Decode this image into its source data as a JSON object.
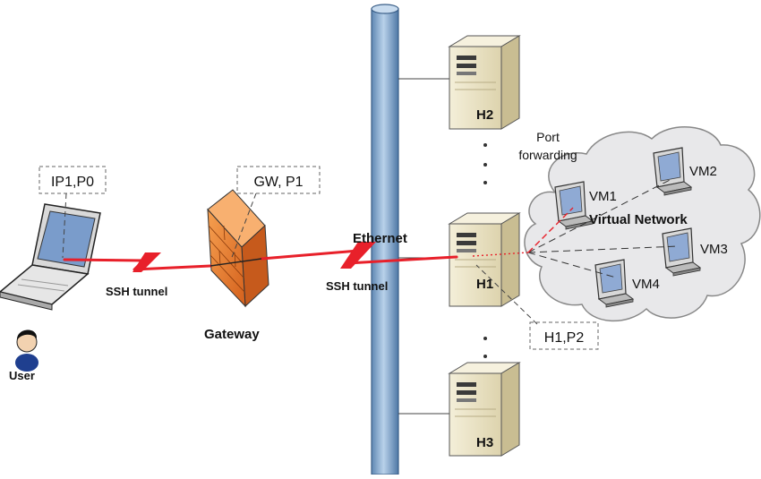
{
  "labels": {
    "laptop_addr": "IP1,P0",
    "gateway_addr": "GW, P1",
    "host_addr": "H1,P2",
    "ssh_tunnel_left": "SSH tunnel",
    "ssh_tunnel_right": "SSH tunnel",
    "gateway": "Gateway",
    "user": "User",
    "ethernet": "Ethernet",
    "port_forwarding_line1": "Port",
    "port_forwarding_line2": "forwarding",
    "virtual_network": "Virtual Network"
  },
  "hosts": [
    {
      "id": "H2",
      "label": "H2"
    },
    {
      "id": "H1",
      "label": "H1"
    },
    {
      "id": "H3",
      "label": "H3"
    }
  ],
  "vms": [
    {
      "id": "VM1",
      "label": "VM1"
    },
    {
      "id": "VM2",
      "label": "VM2"
    },
    {
      "id": "VM3",
      "label": "VM3"
    },
    {
      "id": "VM4",
      "label": "VM4"
    }
  ],
  "colors": {
    "tunnel": "#e8202a",
    "ethernet_bus": "#8fb3d6",
    "firewall": "#f07d2c",
    "cloud": "#e6e6e8",
    "server": "#ece5c8"
  },
  "icons": [
    "laptop-icon",
    "user-icon",
    "firewall-icon",
    "server-icon",
    "monitor-icon",
    "cloud-icon"
  ]
}
